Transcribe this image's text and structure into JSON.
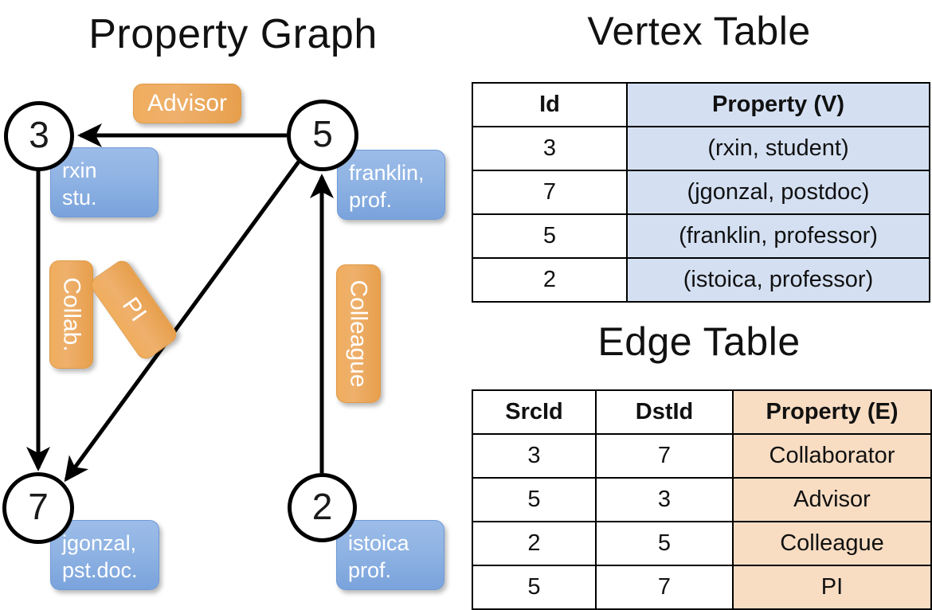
{
  "titles": {
    "graph": "Property Graph",
    "vertex_table": "Vertex Table",
    "edge_table": "Edge Table"
  },
  "graph": {
    "nodes": [
      {
        "id": "3",
        "label": "3",
        "property_lines": [
          "rxin",
          "stu."
        ]
      },
      {
        "id": "5",
        "label": "5",
        "property_lines": [
          "franklin,",
          "prof."
        ]
      },
      {
        "id": "7",
        "label": "7",
        "property_lines": [
          "jgonzal,",
          "pst.doc."
        ]
      },
      {
        "id": "2",
        "label": "2",
        "property_lines": [
          "istoica",
          "prof."
        ]
      }
    ],
    "edge_labels": [
      {
        "name": "advisor",
        "text": "Advisor",
        "orientation": "horizontal"
      },
      {
        "name": "collab",
        "text": "Collab.",
        "orientation": "vertical"
      },
      {
        "name": "pi",
        "text": "PI",
        "orientation": "rotated"
      },
      {
        "name": "colleague",
        "text": "Colleague",
        "orientation": "vertical"
      }
    ],
    "edges": [
      {
        "from": "5",
        "to": "3",
        "label": "Advisor"
      },
      {
        "from": "3",
        "to": "7",
        "label": "Collab."
      },
      {
        "from": "5",
        "to": "7",
        "label": "PI"
      },
      {
        "from": "2",
        "to": "5",
        "label": "Colleague"
      }
    ]
  },
  "vertex_table": {
    "headers": [
      "Id",
      "Property (V)"
    ],
    "rows": [
      {
        "id": "3",
        "property": "(rxin, student)"
      },
      {
        "id": "7",
        "property": "(jgonzal, postdoc)"
      },
      {
        "id": "5",
        "property": "(franklin, professor)"
      },
      {
        "id": "2",
        "property": "(istoica, professor)"
      }
    ]
  },
  "edge_table": {
    "headers": [
      "SrcId",
      "DstId",
      "Property (E)"
    ],
    "rows": [
      {
        "src": "3",
        "dst": "7",
        "property": "Collaborator"
      },
      {
        "src": "5",
        "dst": "3",
        "property": "Advisor"
      },
      {
        "src": "2",
        "dst": "5",
        "property": "Colleague"
      },
      {
        "src": "5",
        "dst": "7",
        "property": "PI"
      }
    ]
  },
  "colors": {
    "vertex_property_bg": "#d4e0f2",
    "edge_property_bg": "#f8ddc3",
    "node_box_blue": "#8fb3e3",
    "edge_label_orange": "#eeaa5c",
    "stroke": "#000000",
    "background": "#ffffff"
  }
}
